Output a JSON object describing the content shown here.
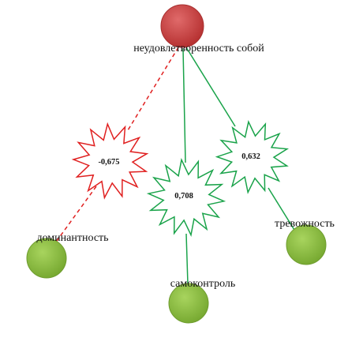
{
  "diagram": {
    "center_node": {
      "label": "неудовлетворенность собой",
      "color": "#c43c3c"
    },
    "nodes": [
      {
        "id": "dominance",
        "label": "доминантность",
        "color": "#8cbf3f"
      },
      {
        "id": "selfcontrol",
        "label": "самоконтроль",
        "color": "#8cbf3f"
      },
      {
        "id": "anxiety",
        "label": "тревожность",
        "color": "#8cbf3f"
      }
    ],
    "links": [
      {
        "to": "dominance",
        "coefficient": "-0,675",
        "sign": "negative",
        "color": "#e02020"
      },
      {
        "to": "selfcontrol",
        "coefficient": "0,708",
        "sign": "positive",
        "color": "#1aa34a"
      },
      {
        "to": "anxiety",
        "coefficient": "0,632",
        "sign": "positive",
        "color": "#1aa34a"
      }
    ]
  }
}
